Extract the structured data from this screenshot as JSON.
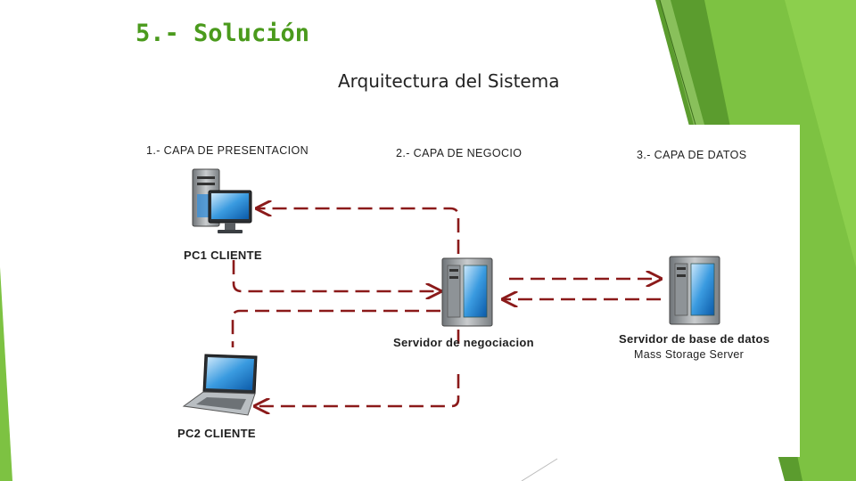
{
  "slide": {
    "title": "5.- Solución",
    "subtitle": "Arquitectura del Sistema"
  },
  "diagram": {
    "layers": [
      {
        "label": "1.- CAPA DE PRESENTACION"
      },
      {
        "label": "2.- CAPA DE NEGOCIO"
      },
      {
        "label": "3.- CAPA DE DATOS"
      }
    ],
    "nodes": {
      "pc1": {
        "label": "PC1 CLIENTE",
        "icon": "desktop-computer-icon"
      },
      "pc2": {
        "label": "PC2 CLIENTE",
        "icon": "laptop-icon"
      },
      "business_server": {
        "label": "Servidor de negociacion",
        "icon": "server-tower-icon"
      },
      "db_server": {
        "label": "Servidor de base de datos",
        "sublabel": "Mass Storage Server",
        "icon": "server-tower-icon"
      }
    },
    "connector_color": "#8b1a1a"
  },
  "theme": {
    "accent_green": "#7dc242",
    "title_color": "#4a9a1c"
  }
}
